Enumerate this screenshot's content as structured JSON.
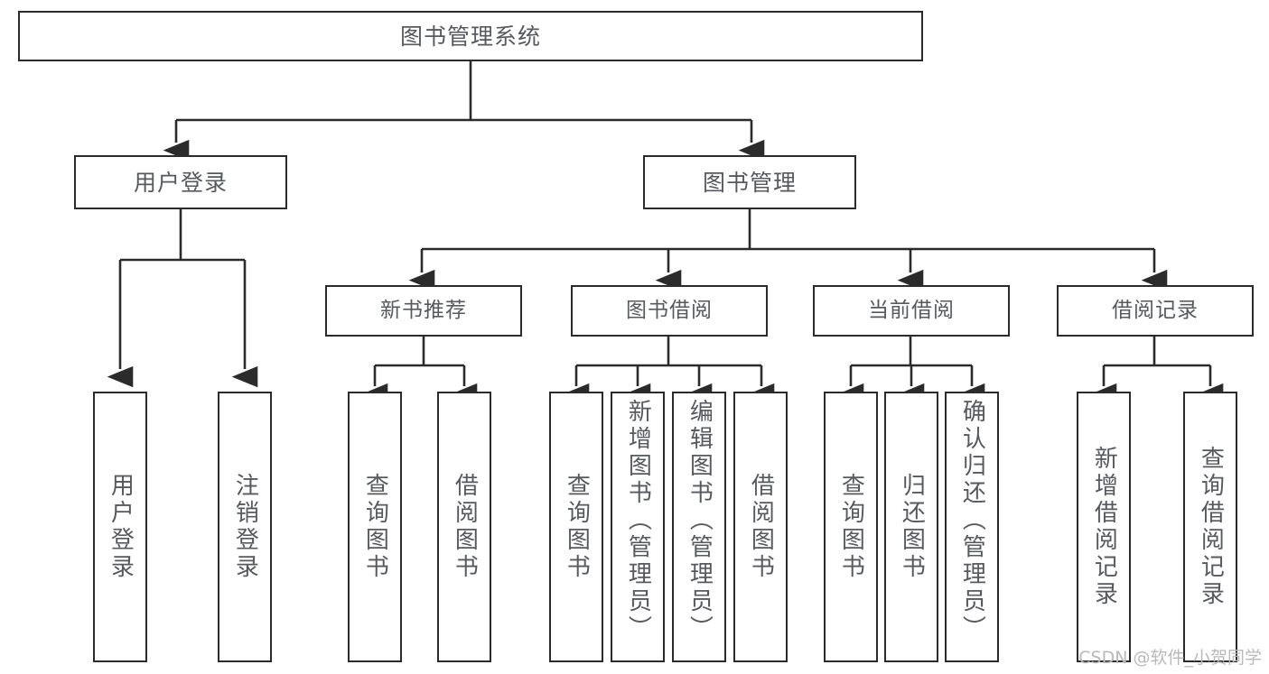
{
  "diagram": {
    "type": "tree",
    "title": "图书管理系统",
    "root": {
      "label": "图书管理系统"
    },
    "level2": [
      {
        "label": "用户登录"
      },
      {
        "label": "图书管理"
      }
    ],
    "level3": [
      {
        "label": "新书推荐"
      },
      {
        "label": "图书借阅"
      },
      {
        "label": "当前借阅"
      },
      {
        "label": "借阅记录"
      }
    ],
    "leaves": {
      "user_login": [
        {
          "label": "用户登录"
        },
        {
          "label": "注销登录"
        }
      ],
      "new_book_recommend": [
        {
          "label": "查询图书"
        },
        {
          "label": "借阅图书"
        }
      ],
      "book_borrow": [
        {
          "label": "查询图书"
        },
        {
          "label": "新增图书（管理员）"
        },
        {
          "label": "编辑图书（管理员）"
        },
        {
          "label": "借阅图书"
        }
      ],
      "current_borrow": [
        {
          "label": "查询图书"
        },
        {
          "label": "归还图书"
        },
        {
          "label": "确认归还（管理员）"
        }
      ],
      "borrow_record": [
        {
          "label": "新增借阅记录"
        },
        {
          "label": "查询借阅记录"
        }
      ]
    }
  },
  "watermark": {
    "text": "CSDN @软件_小贺同学"
  },
  "colors": {
    "stroke": "#2b2b2b",
    "text": "#56595e",
    "background": "#ffffff",
    "watermark": "#b9b9b9"
  }
}
